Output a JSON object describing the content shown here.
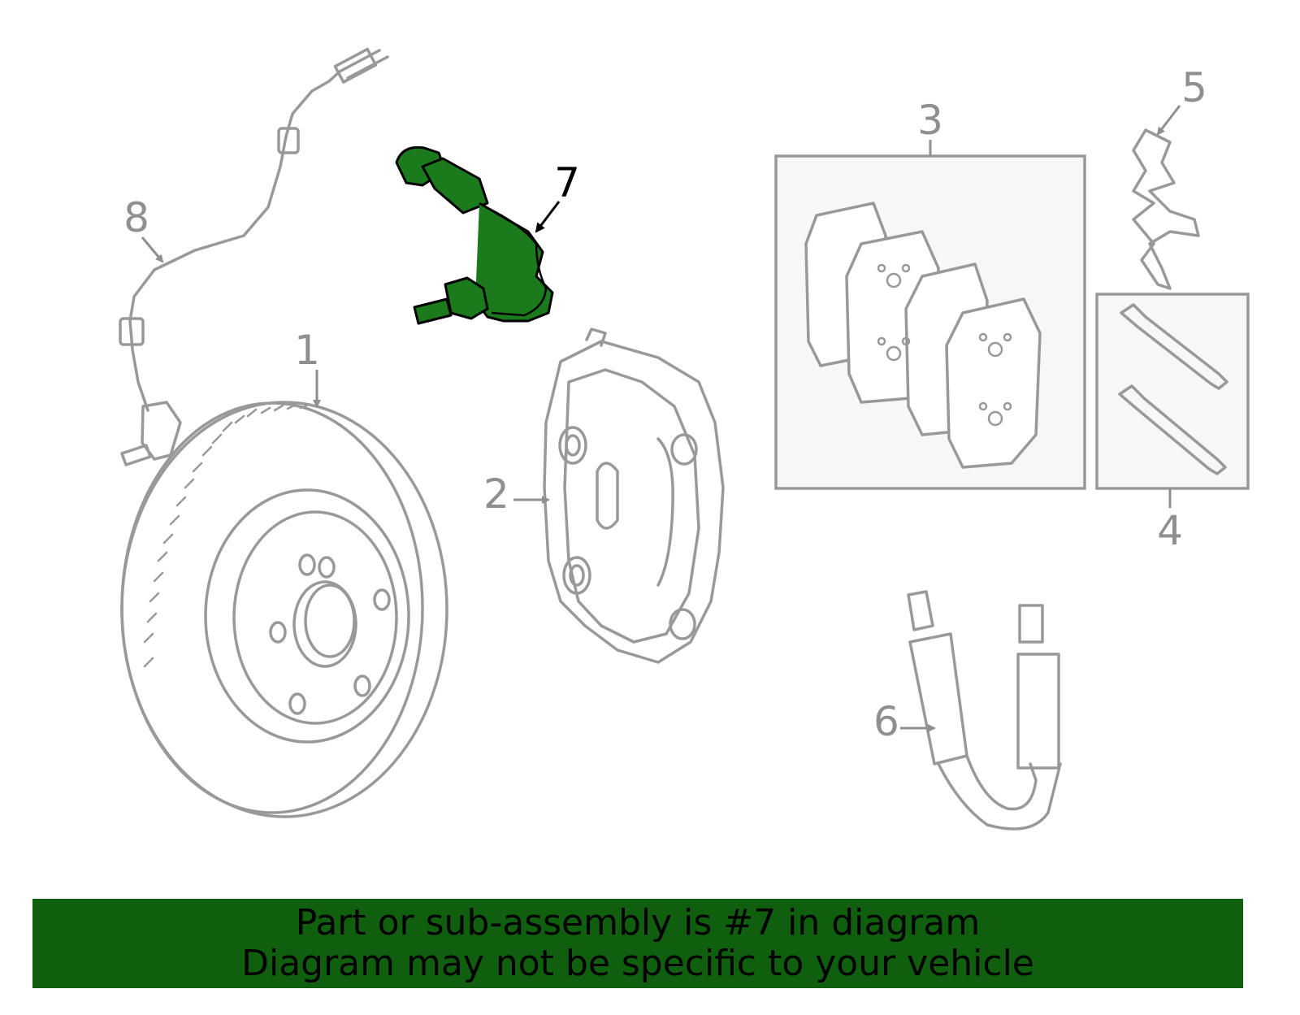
{
  "diagram": {
    "highlighted_callout": "7",
    "callouts": [
      "1",
      "2",
      "3",
      "4",
      "5",
      "6",
      "7",
      "8"
    ],
    "colors": {
      "highlight_fill": "#1b7a1b",
      "line_art": "#999999",
      "banner_background": "#0f5f0f"
    }
  },
  "banner": {
    "line1": "Part or sub-assembly is #7 in diagram",
    "line2": "Diagram may not be specific to your vehicle"
  }
}
